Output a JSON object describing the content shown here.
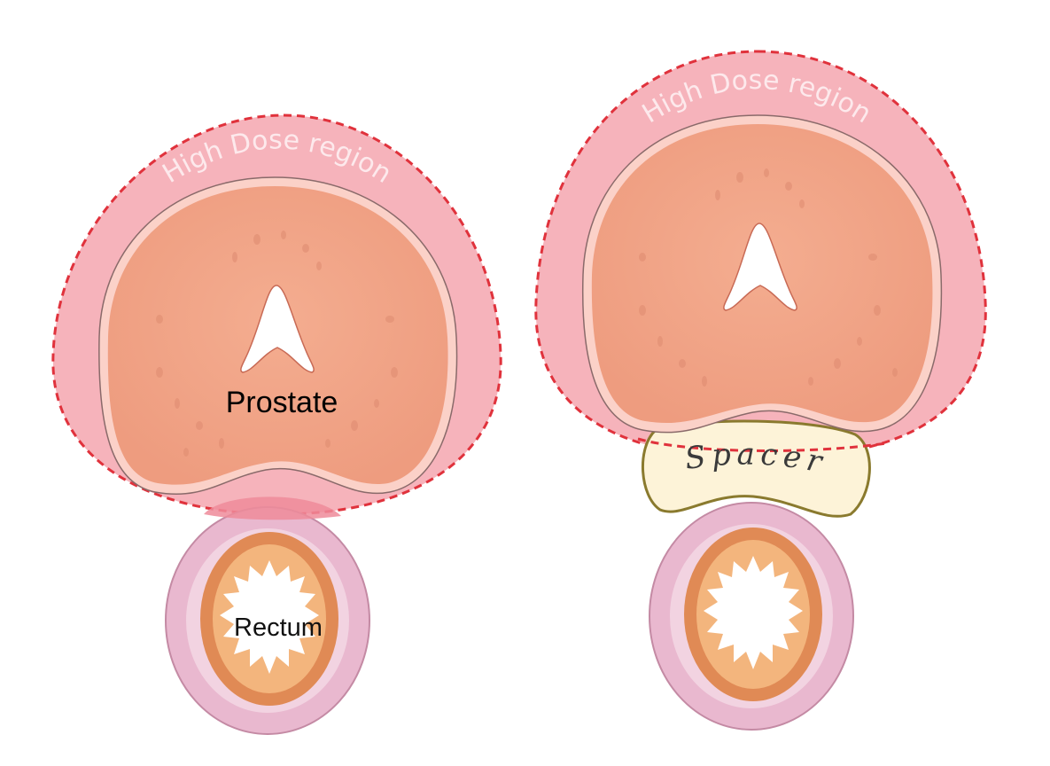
{
  "left_panel": {
    "high_dose_label": "High Dose region",
    "prostate_label": "Prostate",
    "rectum_label": "Rectum"
  },
  "right_panel": {
    "high_dose_label": "High Dose region",
    "spacer_label": "Spacer"
  },
  "colors": {
    "high_dose_fill": "#f6b3bb",
    "high_dose_border": "#e0323c",
    "prostate_fill": "#f2a78a",
    "rectum_wall": "#e9b8cf",
    "rectum_muscle": "#e08a55",
    "spacer_fill": "#fdf3d8",
    "spacer_border": "#8a7a2e"
  }
}
